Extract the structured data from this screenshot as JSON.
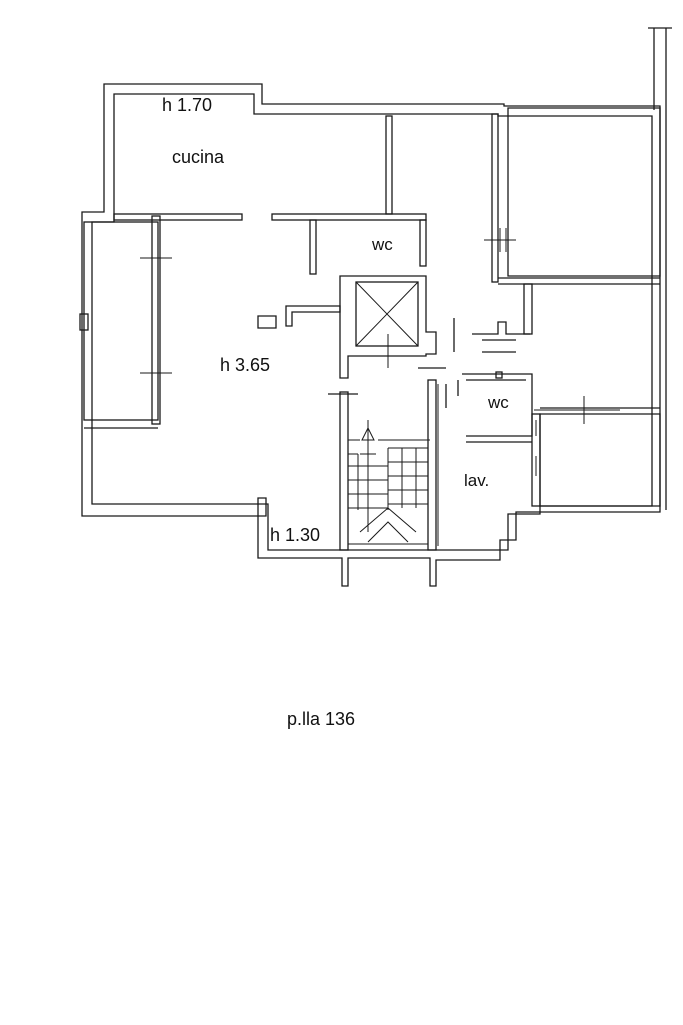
{
  "rooms": {
    "cucina": "cucina",
    "wc_top": "wc",
    "wc_right": "wc",
    "lav": "lav."
  },
  "heights": {
    "top": "h 1.70",
    "main": "h 3.65",
    "bottom": "h 1.30"
  },
  "parcel": "p.lla 136"
}
